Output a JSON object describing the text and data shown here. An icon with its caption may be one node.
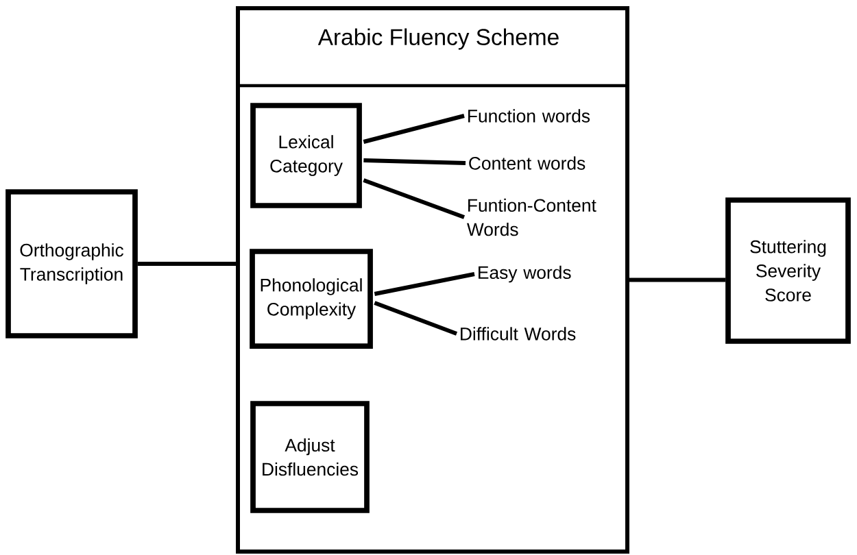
{
  "diagram": {
    "nodes": [
      {
        "text": [
          "Orthographic Transcription"
        ]
      },
      {
        "text": [
          "Arabic Fluency Scheme"
        ]
      },
      {
        "text": [
          "Lexical Category"
        ],
        "in": 1
      },
      {
        "text": [
          "Function words"
        ],
        "in": 1
      },
      {
        "text": [
          "Content words"
        ],
        "in": 1
      },
      {
        "text": [
          "Funtion-Content Words"
        ],
        "in": 1
      },
      {
        "text": [
          "Phonological Complexity"
        ],
        "in": 1
      },
      {
        "text": [
          "Easy words"
        ],
        "in": 1
      },
      {
        "text": [
          "Difficult Words"
        ],
        "in": 1
      },
      {
        "text": [
          "Adjust Disfluencies"
        ],
        "in": 1
      },
      {
        "text": [
          "Stuttering Severity Score"
        ]
      }
    ],
    "edges": [
      {
        "from": 0,
        "to": 1,
        "arrow": "none"
      },
      {
        "from": 1,
        "to": 10,
        "arrow": "none"
      },
      {
        "from": 2,
        "to": 3,
        "arrow": "none"
      },
      {
        "from": 2,
        "to": 4,
        "arrow": "none"
      },
      {
        "from": 2,
        "to": 5,
        "arrow": "none"
      },
      {
        "from": 6,
        "to": 7,
        "arrow": "none"
      },
      {
        "from": 6,
        "to": 8,
        "arrow": "none"
      }
    ]
  }
}
